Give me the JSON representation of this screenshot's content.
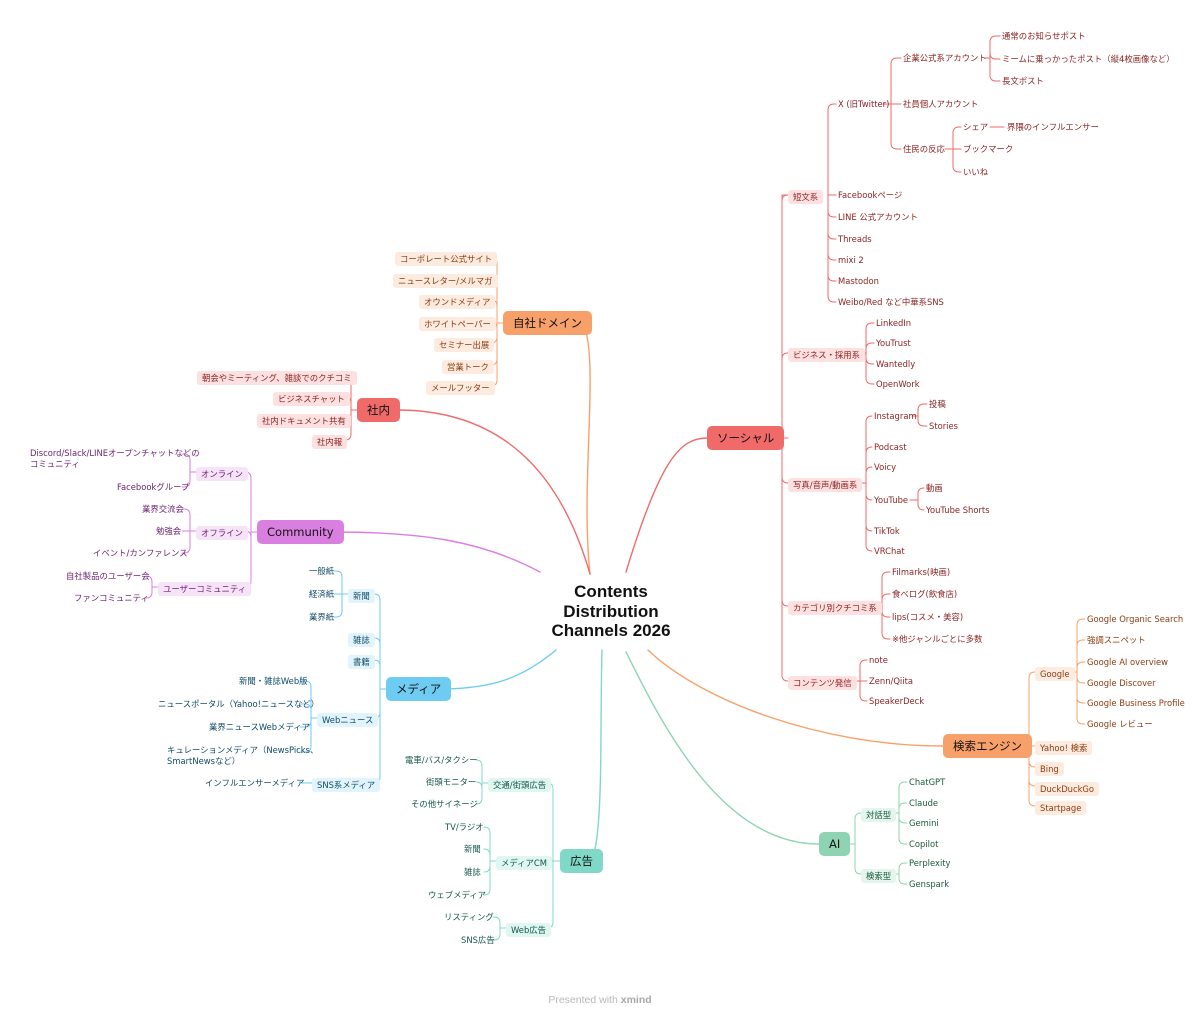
{
  "center": {
    "title": "Contents\nDistribution\nChannels 2026"
  },
  "footer": {
    "prefix": "Presented with",
    "brand": "xmind"
  },
  "colors": {
    "owned": "#f8a06a",
    "internal": "#f06a6a",
    "community": "#d97fe0",
    "media": "#6ecbf2",
    "ads": "#7fd8c8",
    "social": "#f06a6a",
    "search": "#f8a06a",
    "ai": "#8fd4b2"
  },
  "branches": {
    "owned": {
      "label": "自社ドメイン",
      "items": [
        "コーポレート公式サイト",
        "ニュースレター/メルマガ",
        "オウンドメディア",
        "ホワイトペーパー",
        "セミナー出展",
        "営業トーク",
        "メールフッター"
      ]
    },
    "internal": {
      "label": "社内",
      "items": [
        "朝会やミーティング、雑談でのクチコミ",
        "ビジネスチャット",
        "社内ドキュメント共有",
        "社内報"
      ]
    },
    "community": {
      "label": "Community",
      "online": {
        "label": "オンライン",
        "items": [
          "Discord/Slack/LINEオープンチャットなどの",
          "コミュニティ",
          "Facebookグループ"
        ]
      },
      "offline": {
        "label": "オフライン",
        "items": [
          "業界交流会",
          "勉強会",
          "イベント/カンファレンス"
        ]
      },
      "user": {
        "label": "ユーザーコミュニティ",
        "items": [
          "自社製品のユーザー会",
          "ファンコミュニティ"
        ]
      }
    },
    "media": {
      "label": "メディア",
      "newspaper": {
        "label": "新聞",
        "items": [
          "一般紙",
          "経済紙",
          "業界紙"
        ]
      },
      "magazine": "雑誌",
      "book": "書籍",
      "webnews": {
        "label": "Webニュース",
        "items": [
          "新聞・雑誌Web版",
          "ニュースポータル（Yahoo!ニュースなど）",
          "業界ニュースWebメディア",
          "キュレーションメディア（NewsPicks、",
          "SmartNewsなど）"
        ]
      },
      "sns": {
        "label": "SNS系メディア",
        "items": [
          "インフルエンサーメディア"
        ]
      }
    },
    "ads": {
      "label": "広告",
      "transit": {
        "label": "交通/街頭広告",
        "items": [
          "電車/バス/タクシー",
          "街頭モニター",
          "その他サイネージ"
        ]
      },
      "cm": {
        "label": "メディアCM",
        "items": [
          "TV/ラジオ",
          "新聞",
          "雑誌",
          "ウェブメディア"
        ]
      },
      "web": {
        "label": "Web広告",
        "items": [
          "リスティング",
          "SNS広告"
        ]
      }
    },
    "social": {
      "label": "ソーシャル",
      "short": {
        "label": "短文系",
        "x": {
          "label": "X (旧Twitter)",
          "corp": {
            "label": "企業公式系アカウント",
            "items": [
              "通常のお知らせポスト",
              "ミームに乗っかったポスト（縦4枚画像など）",
              "長文ポスト"
            ]
          },
          "staff": "社員個人アカウント",
          "residents": {
            "label": "住民の反応",
            "share": "シェア",
            "share_sub": "界隈のインフルエンサー",
            "bookmark": "ブックマーク",
            "like": "いいね"
          }
        },
        "items": [
          "Facebookページ",
          "LINE 公式アカウント",
          "Threads",
          "mixi 2",
          "Mastodon",
          "Weibo/Red など中華系SNS"
        ]
      },
      "biz": {
        "label": "ビジネス・採用系",
        "items": [
          "LinkedIn",
          "YouTrust",
          "Wantedly",
          "OpenWork"
        ]
      },
      "photo": {
        "label": "写真/音声/動画系",
        "instagram": {
          "label": "Instagram",
          "items": [
            "投稿",
            "Stories"
          ]
        },
        "podcast": "Podcast",
        "voicy": "Voicy",
        "youtube": {
          "label": "YouTube",
          "items": [
            "動画",
            "YouTube Shorts"
          ]
        },
        "tiktok": "TikTok",
        "vrchat": "VRChat"
      },
      "review": {
        "label": "カテゴリ別クチコミ系",
        "items": [
          "Filmarks(映画)",
          "食べログ(飲食店)",
          "lips(コスメ・美容)",
          "※他ジャンルごとに多数"
        ]
      },
      "content": {
        "label": "コンテンツ発信",
        "items": [
          "note",
          "Zenn/Qiita",
          "SpeakerDeck"
        ]
      }
    },
    "search": {
      "label": "検索エンジン",
      "google": {
        "label": "Google",
        "items": [
          "Google Organic Search",
          "強調スニペット",
          "Google AI overview",
          "Google Discover",
          "Google Business Profile",
          "Google レビュー"
        ]
      },
      "items": [
        "Yahoo! 検索",
        "Bing",
        "DuckDuckGo",
        "Startpage"
      ]
    },
    "ai": {
      "label": "AI",
      "chat": {
        "label": "対話型",
        "items": [
          "ChatGPT",
          "Claude",
          "Gemini",
          "Copilot"
        ]
      },
      "search": {
        "label": "検索型",
        "items": [
          "Perplexity",
          "Genspark"
        ]
      }
    }
  }
}
